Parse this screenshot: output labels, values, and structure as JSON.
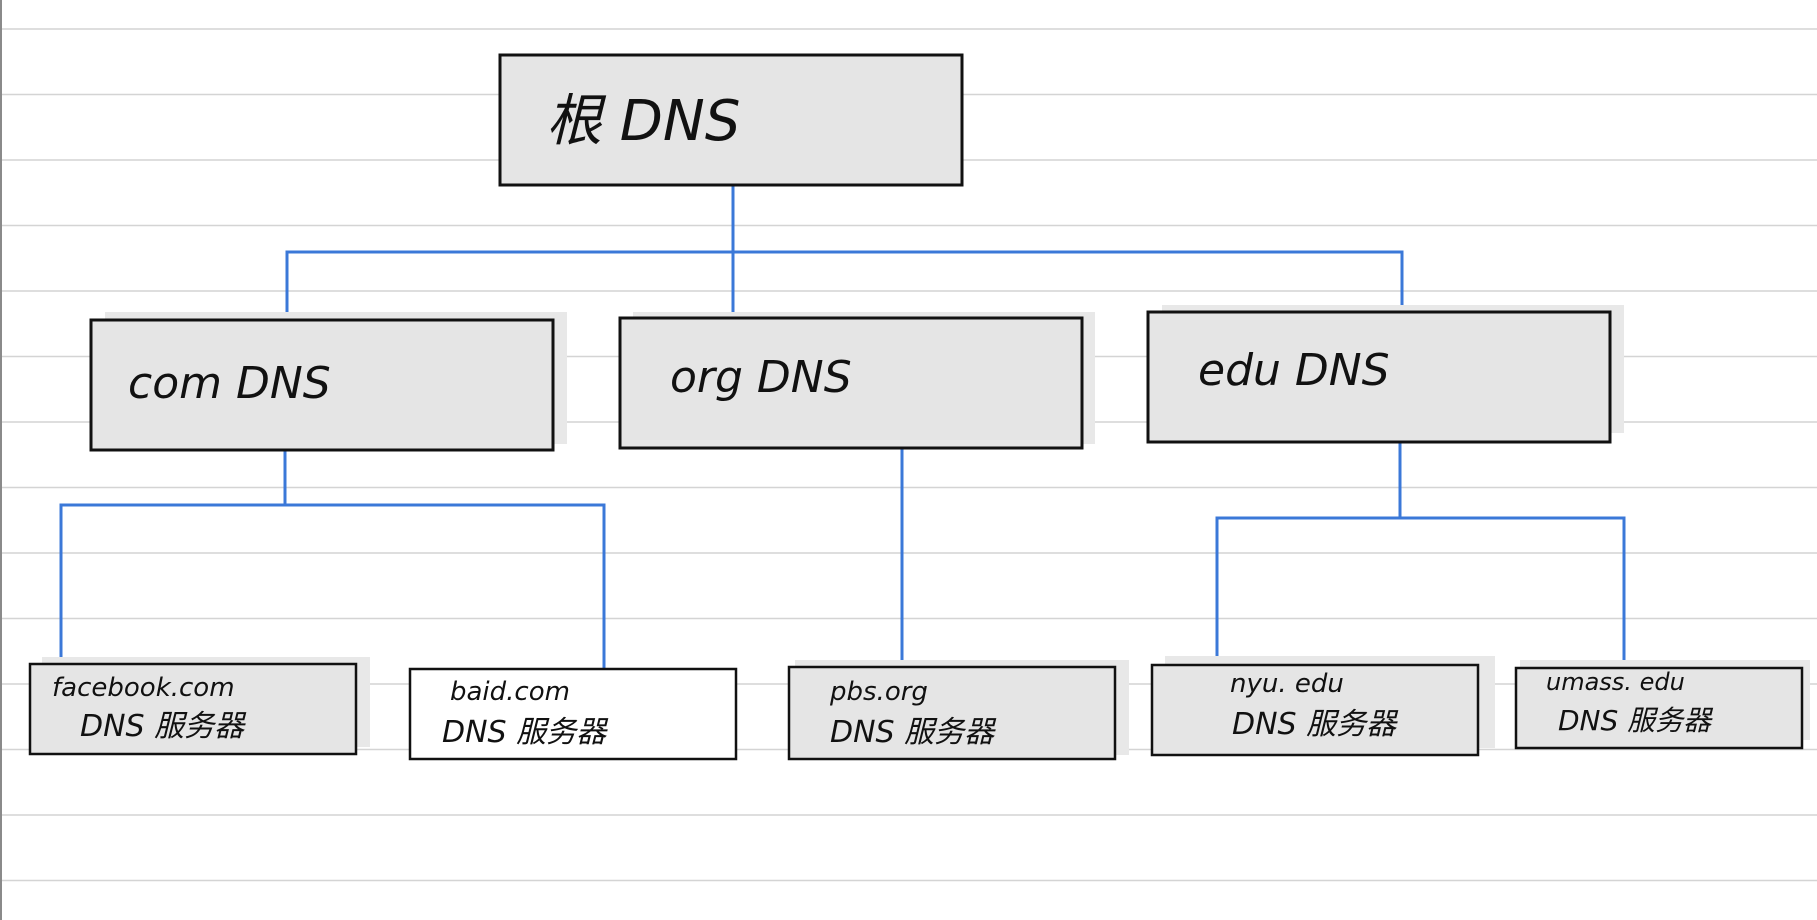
{
  "diagram": {
    "type": "tree",
    "colors": {
      "background": "#ffffff",
      "ruled_line": "#d4d4d4",
      "box_fill": "#e5e5e5",
      "box_stroke": "#111111",
      "connector": "#3b78d8",
      "text": "#111111"
    },
    "nodes": {
      "root": {
        "lines": [
          "根 DNS"
        ]
      },
      "com": {
        "lines": [
          "com  DNS"
        ]
      },
      "org": {
        "lines": [
          "org  DNS"
        ]
      },
      "edu": {
        "lines": [
          "edu  DNS"
        ]
      },
      "facebook": {
        "lines": [
          "facebook.com",
          "DNS 服务器"
        ]
      },
      "baidu": {
        "lines": [
          "baid.com",
          "DNS 服务器"
        ]
      },
      "pbs": {
        "lines": [
          "pbs.org",
          "DNS 服务器"
        ]
      },
      "nyu": {
        "lines": [
          "nyu. edu",
          "DNS 服务器"
        ]
      },
      "umass": {
        "lines": [
          "umass. edu",
          "DNS 服务器"
        ]
      }
    },
    "edges": [
      [
        "root",
        "com"
      ],
      [
        "root",
        "org"
      ],
      [
        "root",
        "edu"
      ],
      [
        "com",
        "facebook"
      ],
      [
        "com",
        "baidu"
      ],
      [
        "org",
        "pbs"
      ],
      [
        "edu",
        "nyu"
      ],
      [
        "edu",
        "umass"
      ]
    ]
  }
}
